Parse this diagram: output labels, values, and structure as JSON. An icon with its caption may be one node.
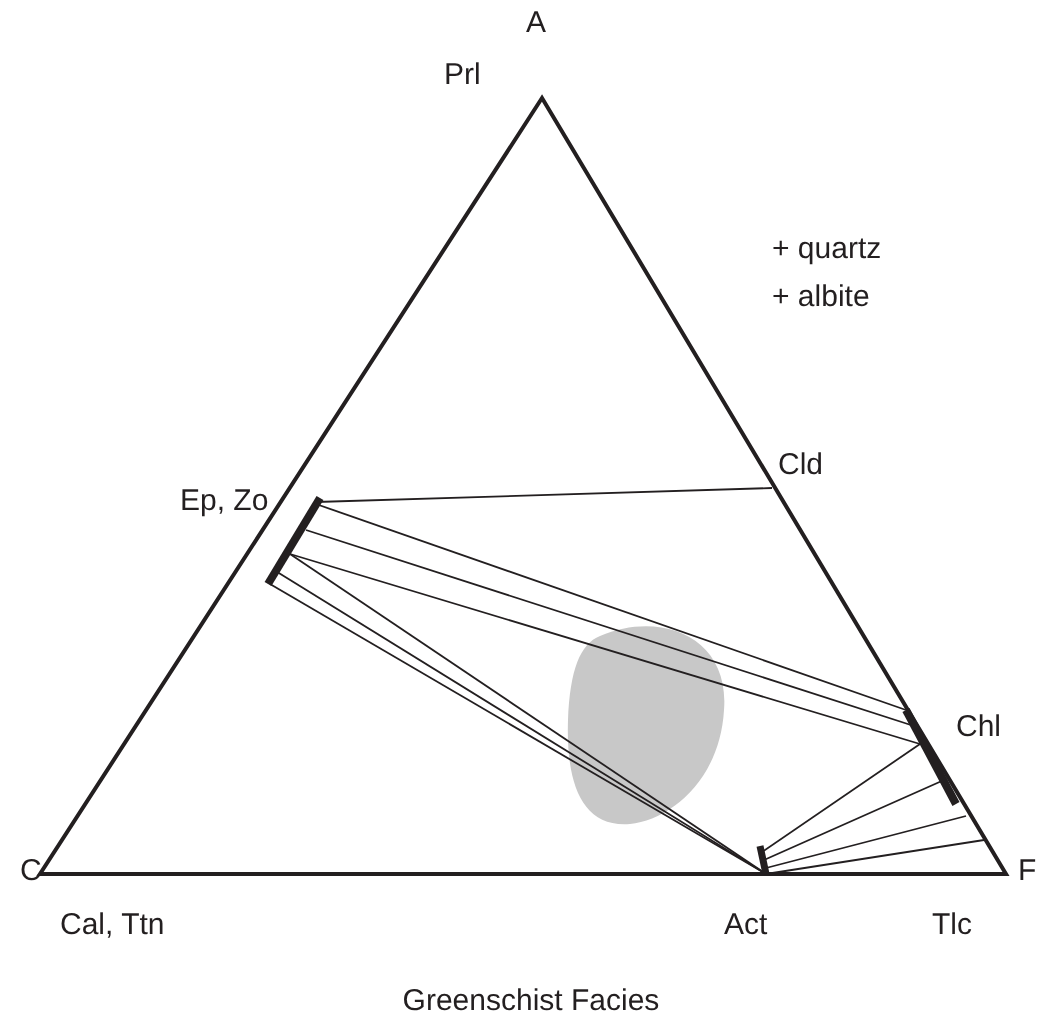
{
  "diagram": {
    "caption": "Greenschist Facies",
    "labels": [
      "A",
      "Prl",
      "+ quartz",
      "+ albite",
      "Cld",
      "Ep, Zo",
      "Chl",
      "C",
      "F",
      "Cal, Ttn",
      "Act",
      "Tlc"
    ]
  }
}
